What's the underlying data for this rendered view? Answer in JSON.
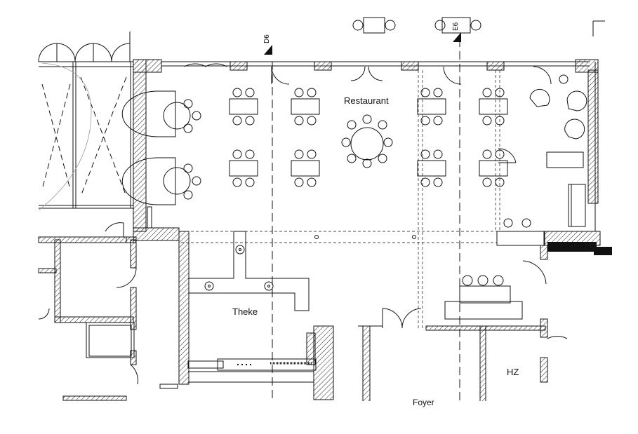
{
  "rooms": {
    "restaurant": "Restaurant",
    "theke": "Theke",
    "hz": "HZ",
    "foyer": "Foyer"
  },
  "section_markers": {
    "d6": "D6",
    "e6": "E6"
  },
  "colors": {
    "line": "#111111",
    "hatch": "#222222",
    "background": "#ffffff"
  }
}
